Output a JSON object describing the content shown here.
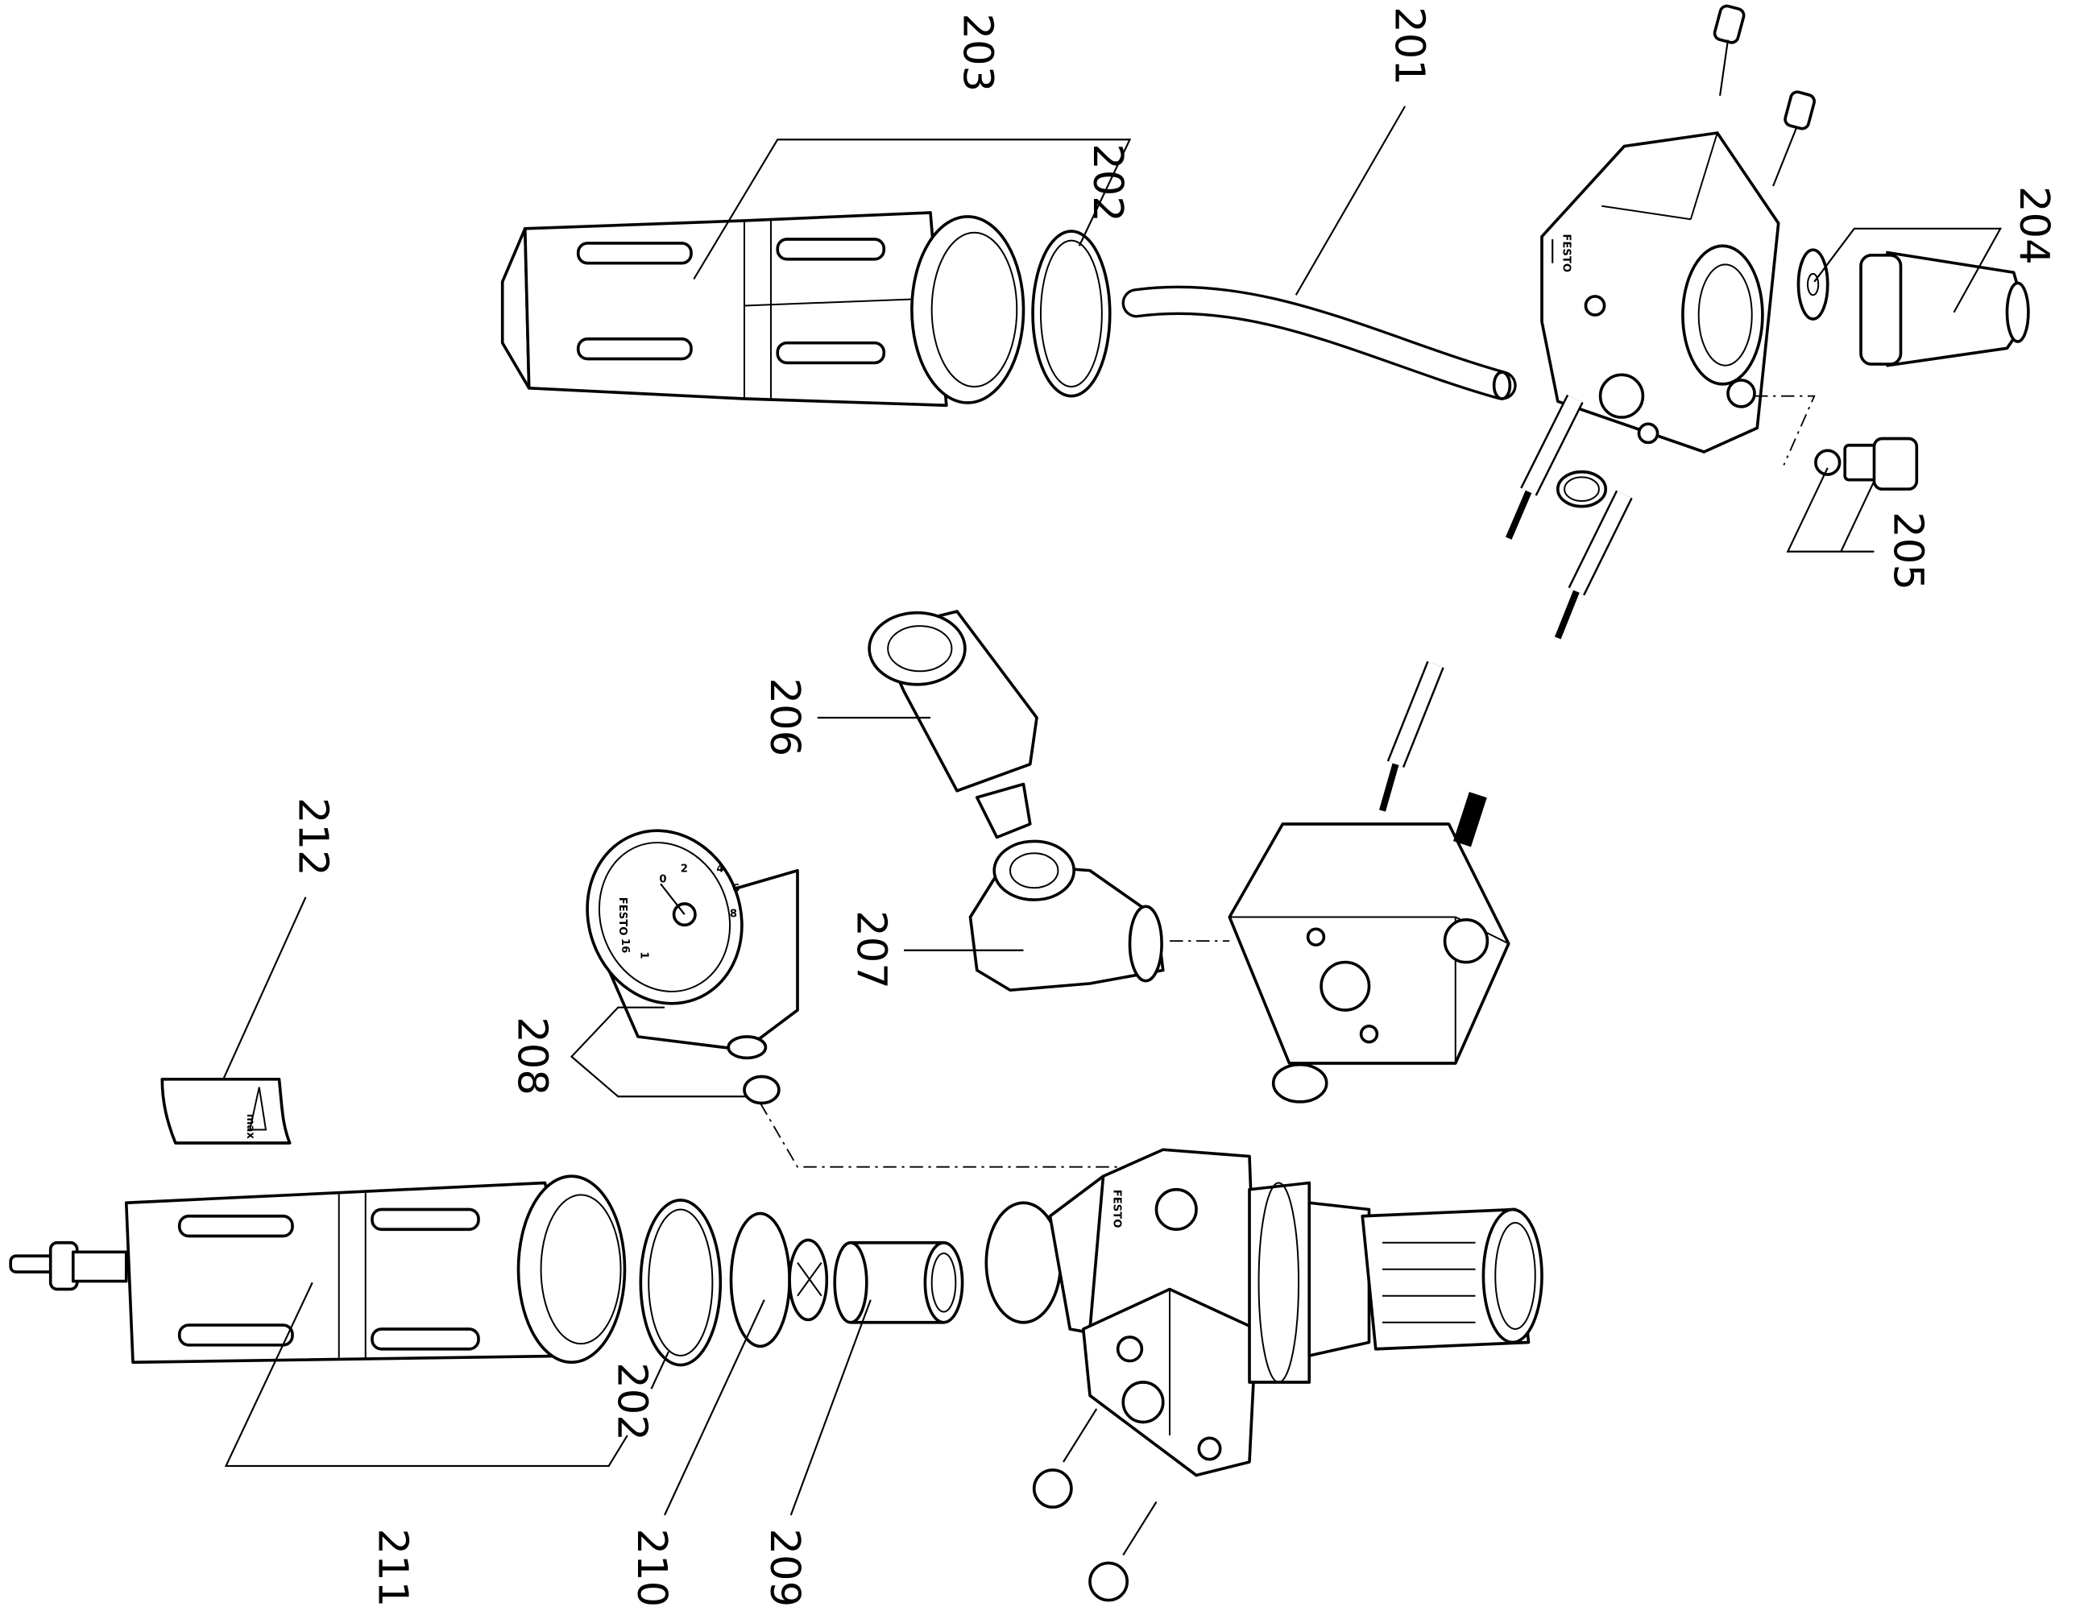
{
  "diagram": {
    "labels": {
      "p201": "201",
      "p202_top": "202",
      "p203": "203",
      "p204": "204",
      "p205": "205",
      "p206": "206",
      "p207": "207",
      "p208": "208",
      "p209": "209",
      "p210": "210",
      "p211": "211",
      "p202_bottom": "202",
      "p212": "212"
    },
    "brand_marks": [
      "FESTO",
      "FESTO",
      "FESTO"
    ],
    "gauge_scale": [
      "0",
      "2",
      "4",
      "6",
      "8",
      "16",
      "1"
    ],
    "sticker_text": "max"
  }
}
